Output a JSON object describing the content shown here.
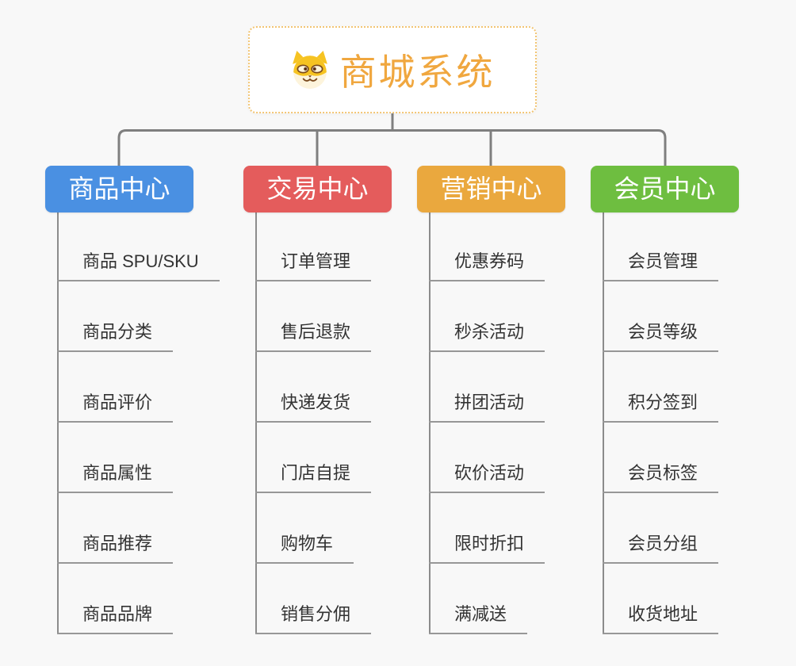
{
  "root": {
    "title": "商城系统",
    "icon": "shiba-dog-icon",
    "title_color": "#F0A73F",
    "border_color": "#F2C573"
  },
  "lines": {
    "connector_color": "#7F7F7F",
    "leaf_line_color": "#8C8C8C"
  },
  "tree": {
    "branches": [
      {
        "label": "商品中心",
        "color": "#4A90E2",
        "items": [
          "商品 SPU/SKU",
          "商品分类",
          "商品评价",
          "商品属性",
          "商品推荐",
          "商品品牌"
        ]
      },
      {
        "label": "交易中心",
        "color": "#E45C5C",
        "items": [
          "订单管理",
          "售后退款",
          "快递发货",
          "门店自提",
          "购物车",
          "销售分佣"
        ]
      },
      {
        "label": "营销中心",
        "color": "#EAA83E",
        "items": [
          "优惠券码",
          "秒杀活动",
          "拼团活动",
          "砍价活动",
          "限时折扣",
          "满减送"
        ]
      },
      {
        "label": "会员中心",
        "color": "#6EBE40",
        "items": [
          "会员管理",
          "会员等级",
          "积分签到",
          "会员标签",
          "会员分组",
          "收货地址"
        ]
      }
    ]
  }
}
